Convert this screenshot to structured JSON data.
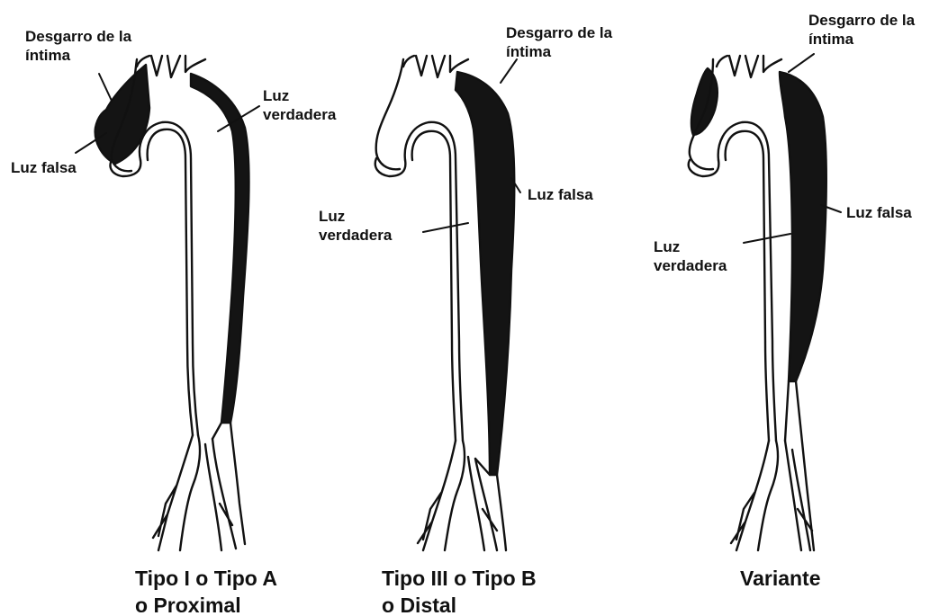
{
  "colors": {
    "ink": "#111111",
    "background": "#ffffff",
    "false_lumen_fill": "#141414"
  },
  "panels": [
    {
      "caption": "Tipo I o Tipo A\no Proximal",
      "labels": {
        "tear": "Desgarro de la\níntima",
        "true_lumen": "Luz\nverdadera",
        "false_lumen": "Luz falsa"
      }
    },
    {
      "caption": "Tipo III o Tipo B\no Distal",
      "labels": {
        "tear": "Desgarro de la\níntima",
        "true_lumen": "Luz\nverdadera",
        "false_lumen": "Luz falsa"
      }
    },
    {
      "caption": "Variante",
      "labels": {
        "tear": "Desgarro de la\níntima",
        "true_lumen": "Luz\nverdadera",
        "false_lumen": "Luz falsa"
      }
    }
  ]
}
